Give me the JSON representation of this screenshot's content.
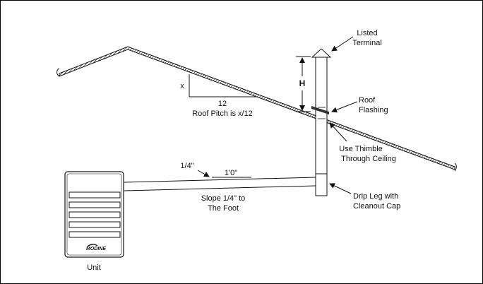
{
  "labels": {
    "terminal_line1": "Listed",
    "terminal_line2": "Terminal",
    "height_marker": "H",
    "flashing_line1": "Roof",
    "flashing_line2": "Flashing",
    "pitch_rise": "x",
    "pitch_run": "12",
    "pitch_caption": "Roof Pitch is x/12",
    "thimble_line1": "Use Thimble",
    "thimble_line2": "Through Ceiling",
    "slope_rise": "1/4\"",
    "slope_run": "1'0\"",
    "slope_line1": "Slope 1/4\" to",
    "slope_line2": "The Foot",
    "drip_line1": "Drip Leg with",
    "drip_line2": "Cleanout Cap",
    "unit": "Unit",
    "brand": "MODINE"
  }
}
